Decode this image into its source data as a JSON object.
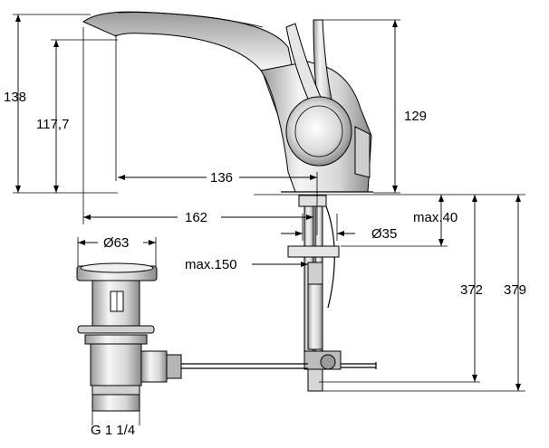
{
  "drawing": {
    "dimensions": {
      "height_total": "138",
      "spout_height": "117,7",
      "spout_reach": "136",
      "overall_reach": "162",
      "lever_height": "129",
      "deck_thickness": "max.40",
      "shank_diameter": "Ø35",
      "waste_diameter": "Ø63",
      "pull_rod_offset": "max.150",
      "under_deck_372": "372",
      "under_deck_379": "379",
      "waste_thread": "G 1 1/4"
    },
    "colors": {
      "line": "#000000",
      "metal_light": "#f2f2f2",
      "metal_mid": "#cfcfcf",
      "metal_dark": "#8c8c8c"
    }
  }
}
